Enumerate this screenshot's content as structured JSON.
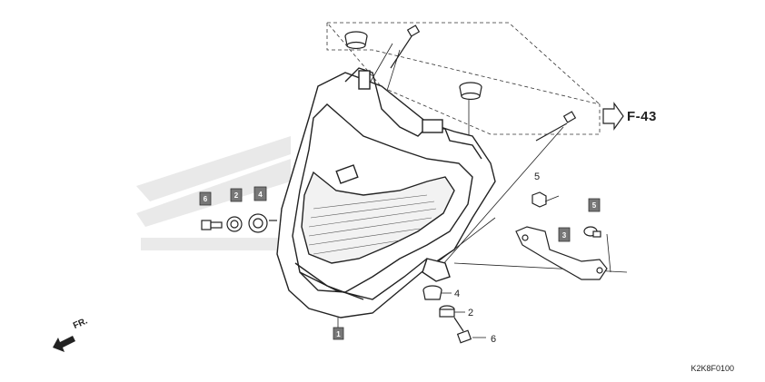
{
  "diagram": {
    "ref_label": "F-43",
    "direction_label": "FR.",
    "diagram_code": "K2K8F0100",
    "callouts": {
      "headlight_box": "1",
      "left_6_box": "6",
      "left_2_box": "2",
      "left_4_box": "4",
      "right_5_box": "5",
      "right_3_box": "3",
      "plain_5": "5",
      "plain_4": "4",
      "plain_2": "2",
      "plain_6": "6"
    },
    "parts": [
      "headlight-assembly",
      "bracket",
      "grommet",
      "collar",
      "bolt",
      "screw",
      "nut"
    ]
  }
}
